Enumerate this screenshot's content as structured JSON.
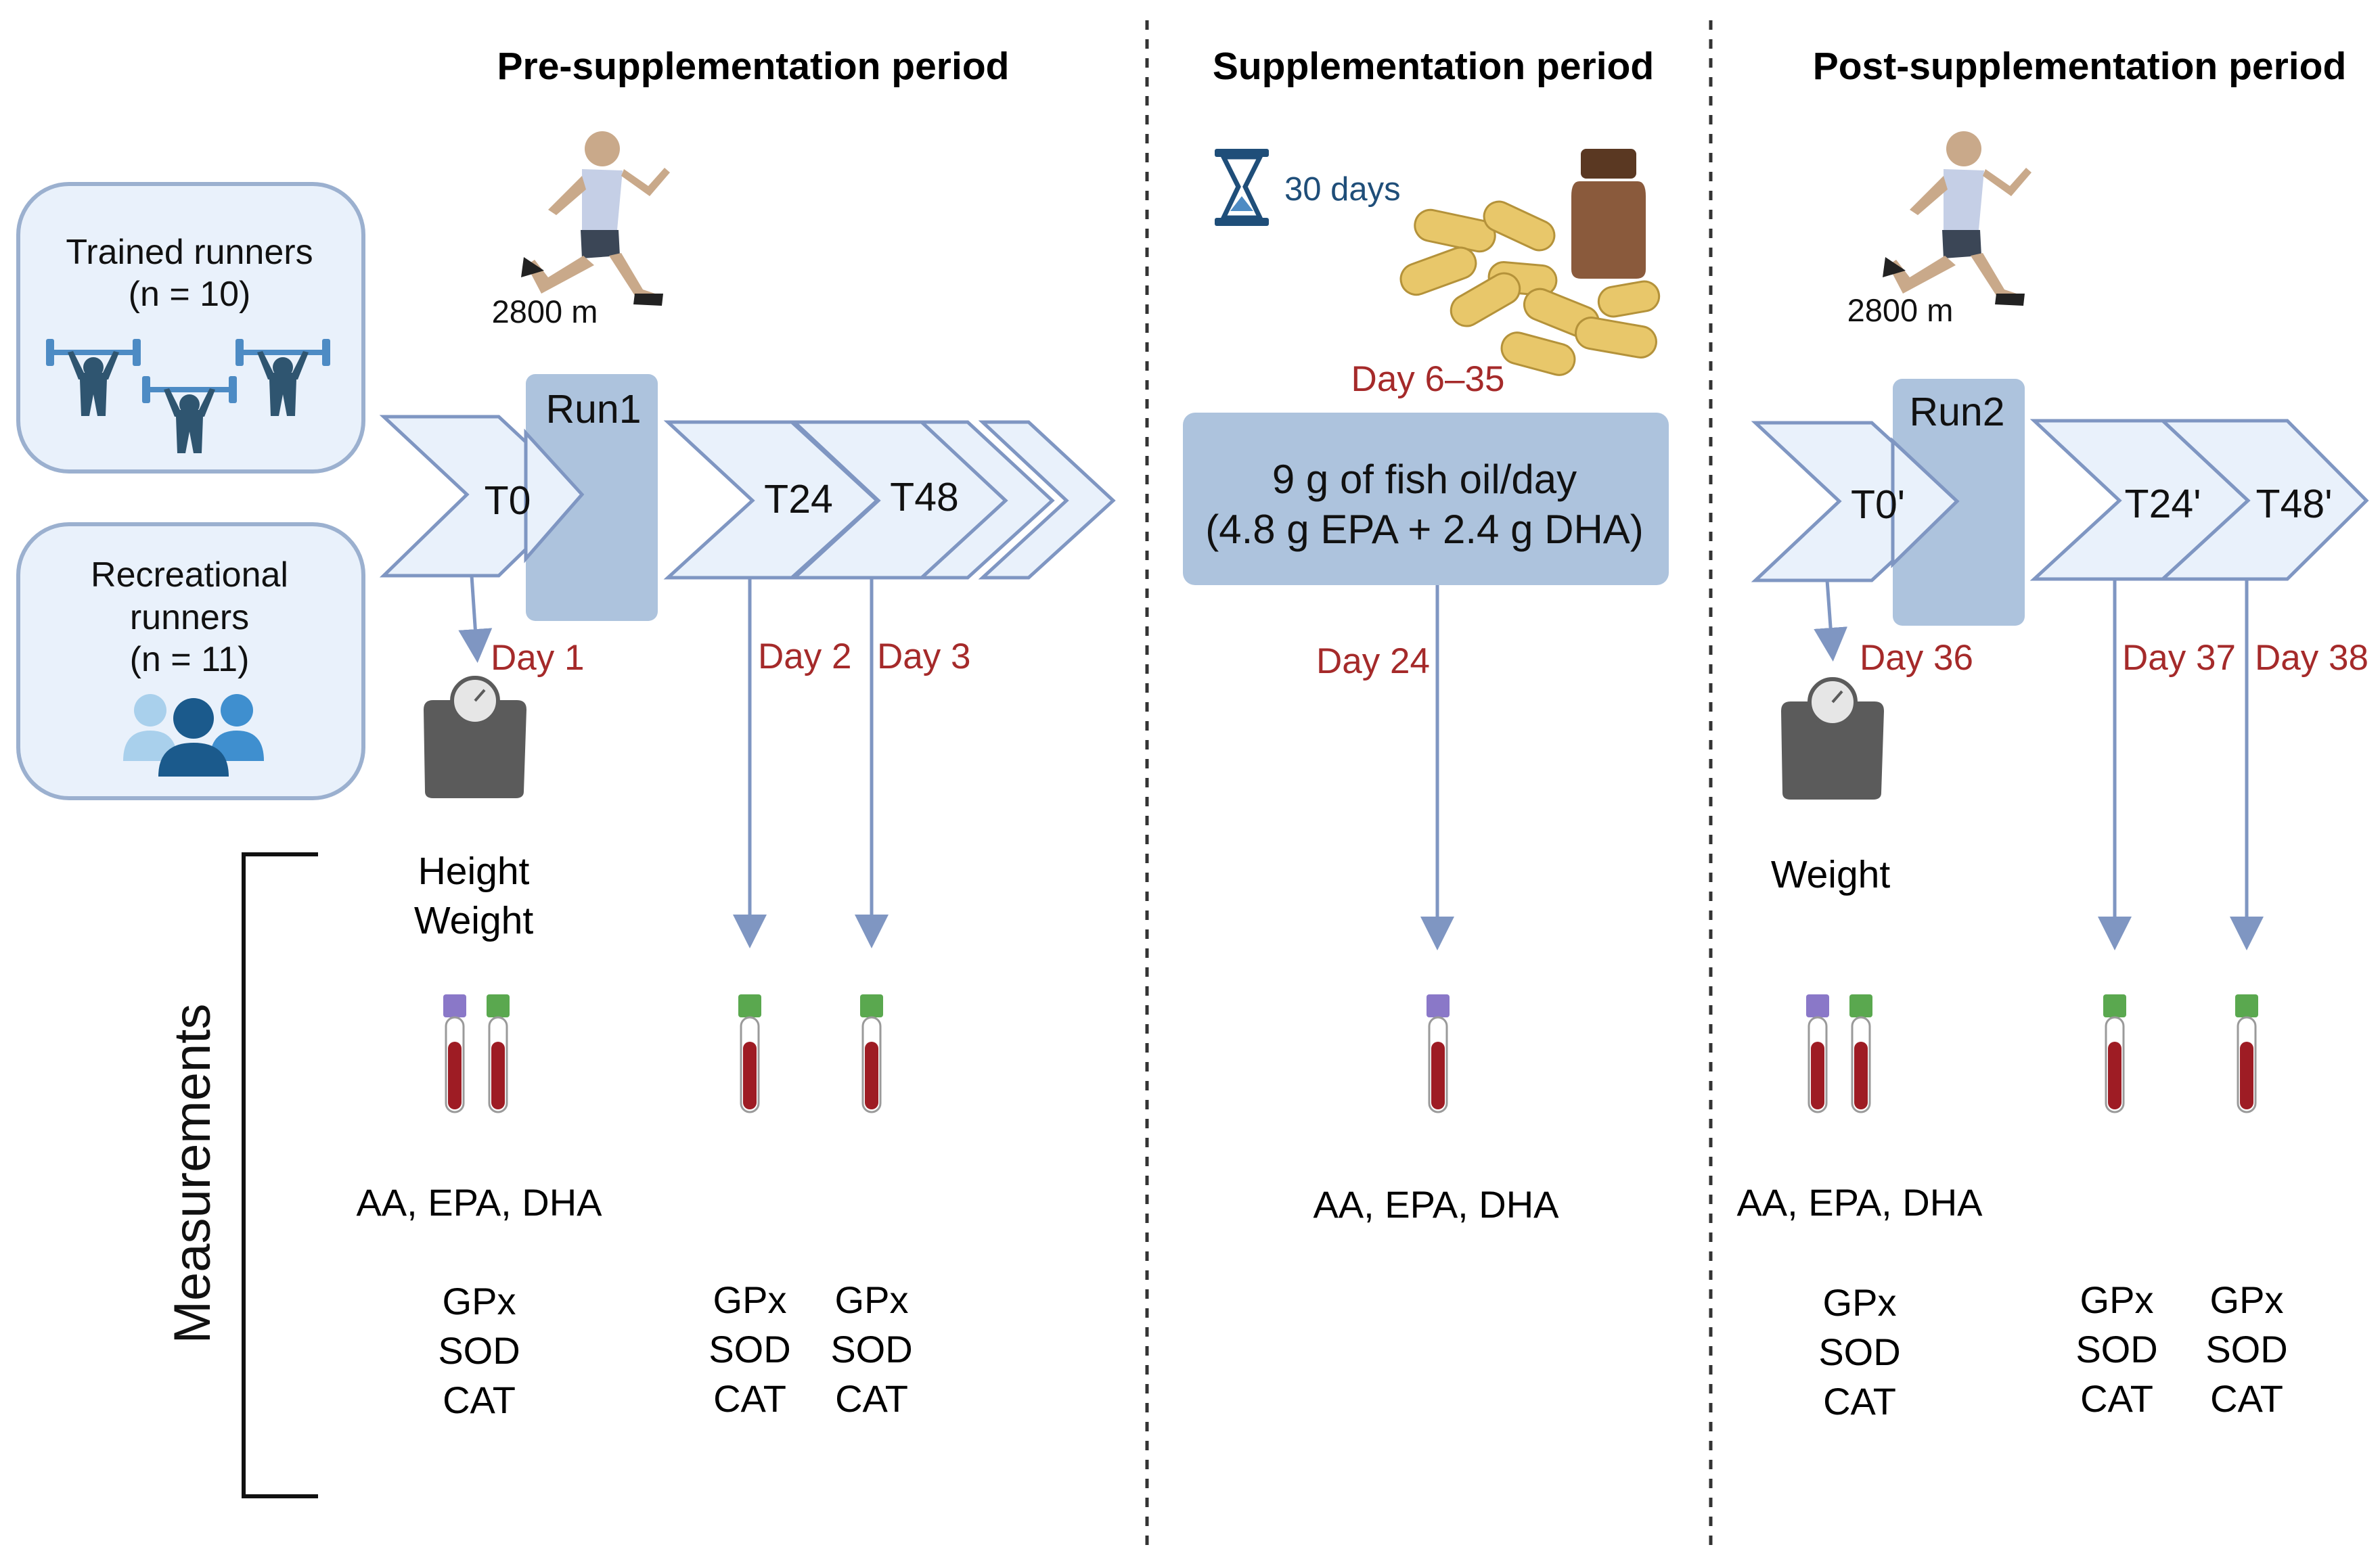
{
  "periods": {
    "pre": "Pre-supplementation period",
    "supp": "Supplementation period",
    "post": "Post-supplementation period"
  },
  "groups": {
    "trained_1": "Trained runners",
    "trained_2": "(n = 10)",
    "rec_1": "Recreational",
    "rec_2": "runners",
    "rec_3": "(n = 11)"
  },
  "pre": {
    "distance": "2800 m",
    "run": "Run1",
    "t0": "T0",
    "t24": "T24",
    "t48": "T48",
    "day1": "Day 1",
    "day2": "Day 2",
    "day3": "Day 3",
    "height": "Height",
    "weight": "Weight",
    "fatty": "AA, EPA, DHA",
    "ox": [
      "GPx",
      "SOD",
      "CAT"
    ]
  },
  "supp": {
    "duration": "30 days",
    "days_range": "Day 6–35",
    "dose_1": "9 g of fish oil/day",
    "dose_2": "(4.8 g EPA + 2.4 g DHA)",
    "day24": "Day 24",
    "fatty": "AA, EPA, DHA"
  },
  "post": {
    "distance": "2800 m",
    "run": "Run2",
    "t0": "T0'",
    "t24": "T24'",
    "t48": "T48'",
    "day36": "Day 36",
    "day37": "Day 37",
    "day38": "Day 38",
    "weight": "Weight",
    "fatty": "AA, EPA, DHA",
    "ox": [
      "GPx",
      "SOD",
      "CAT"
    ]
  },
  "measurements_label": "Measurements",
  "icons": {
    "runner": "runner-icon",
    "weightlifter": "weightlifter-icon",
    "people": "people-group-icon",
    "hourglass": "hourglass-icon",
    "capsules": "fish-oil-capsules-icon",
    "bottle": "supplement-bottle-icon",
    "scale": "weight-scale-icon",
    "tube_purple": "blood-tube-purple-cap-icon",
    "tube_green": "blood-tube-green-cap-icon"
  },
  "colors": {
    "chevron_fill": "#e9f1fb",
    "chevron_stroke": "#7f96c2",
    "run_box": "#adc3dd",
    "group_box_fill": "#e9f1fb",
    "group_box_stroke": "#9bb0cf",
    "day_text": "#a52a2a",
    "arrow": "#7f96c2",
    "duration_text": "#1f4e79",
    "blood": "#9e1c24",
    "cap_purple": "#8a78c8",
    "cap_green": "#5aa84f",
    "scale": "#5b5b5b"
  }
}
